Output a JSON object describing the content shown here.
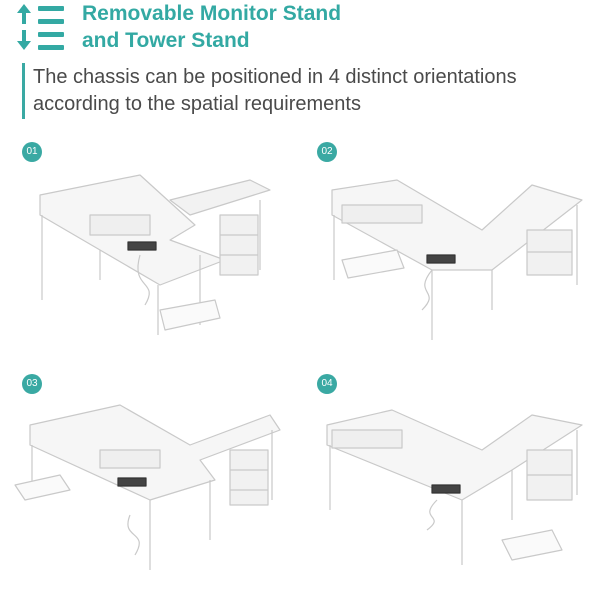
{
  "header": {
    "title_line1": "Removable Monitor Stand",
    "title_line2": "and Tower Stand",
    "icon": "sort-arrows-list-icon",
    "accent_color": "#33a9a3"
  },
  "description": {
    "line1": "The chassis can be positioned in 4 distinct orientations",
    "line2": "according to the spatial requirements"
  },
  "orientations": [
    {
      "number": "01"
    },
    {
      "number": "02"
    },
    {
      "number": "03"
    },
    {
      "number": "04"
    }
  ]
}
